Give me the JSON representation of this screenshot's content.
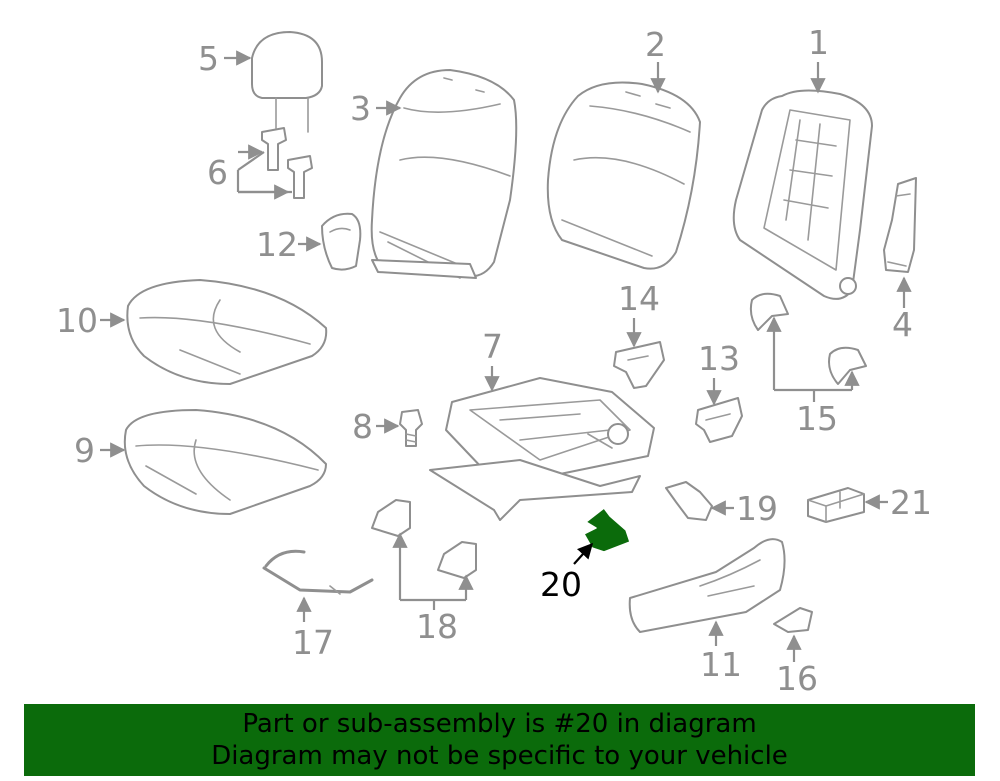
{
  "diagram": {
    "highlight_color": "#0b6b0b",
    "highlighted_part": "20",
    "callouts": {
      "c1": "1",
      "c2": "2",
      "c3": "3",
      "c4": "4",
      "c5": "5",
      "c6": "6",
      "c7": "7",
      "c8": "8",
      "c9": "9",
      "c10": "10",
      "c11": "11",
      "c12": "12",
      "c13": "13",
      "c14": "14",
      "c15": "15",
      "c16": "16",
      "c17": "17",
      "c18": "18",
      "c19": "19",
      "c20": "20",
      "c21": "21"
    }
  },
  "banner": {
    "line1": "Part or sub-assembly is #20 in diagram",
    "line2": "Diagram may not be specific to your vehicle",
    "background": "#0b6b0b"
  }
}
